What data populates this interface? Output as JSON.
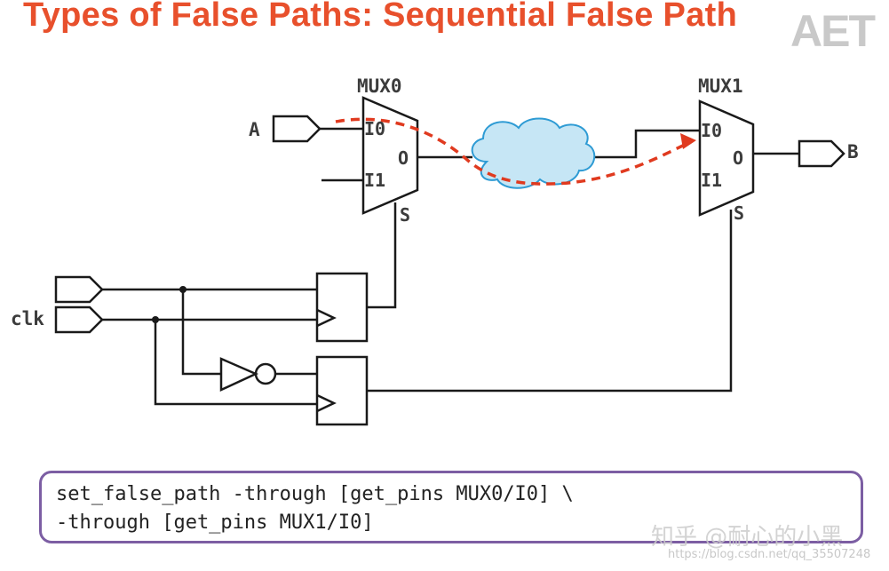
{
  "title": "Types of False Paths: Sequential False Path",
  "logo": "AET",
  "labels": {
    "mux0": "MUX0",
    "mux1": "MUX1",
    "input_a": "A",
    "output_b": "B",
    "clk": "clk"
  },
  "pins": {
    "i0": "I0",
    "i1": "I1",
    "o": "O",
    "s": "S"
  },
  "code": {
    "line1": "set_false_path -through [get_pins MUX0/I0] \\",
    "line2": "-through [get_pins MUX1/I0]"
  },
  "watermark": {
    "main": "知乎 @耐心的小黑",
    "url": "https://blog.csdn.net/qq_35507248"
  },
  "colors": {
    "title": "#e8502c",
    "dashed_path": "#e03a1f",
    "cloud_fill": "#c6e6f5",
    "cloud_stroke": "#2e9bd4",
    "code_border": "#7c5ea3"
  }
}
